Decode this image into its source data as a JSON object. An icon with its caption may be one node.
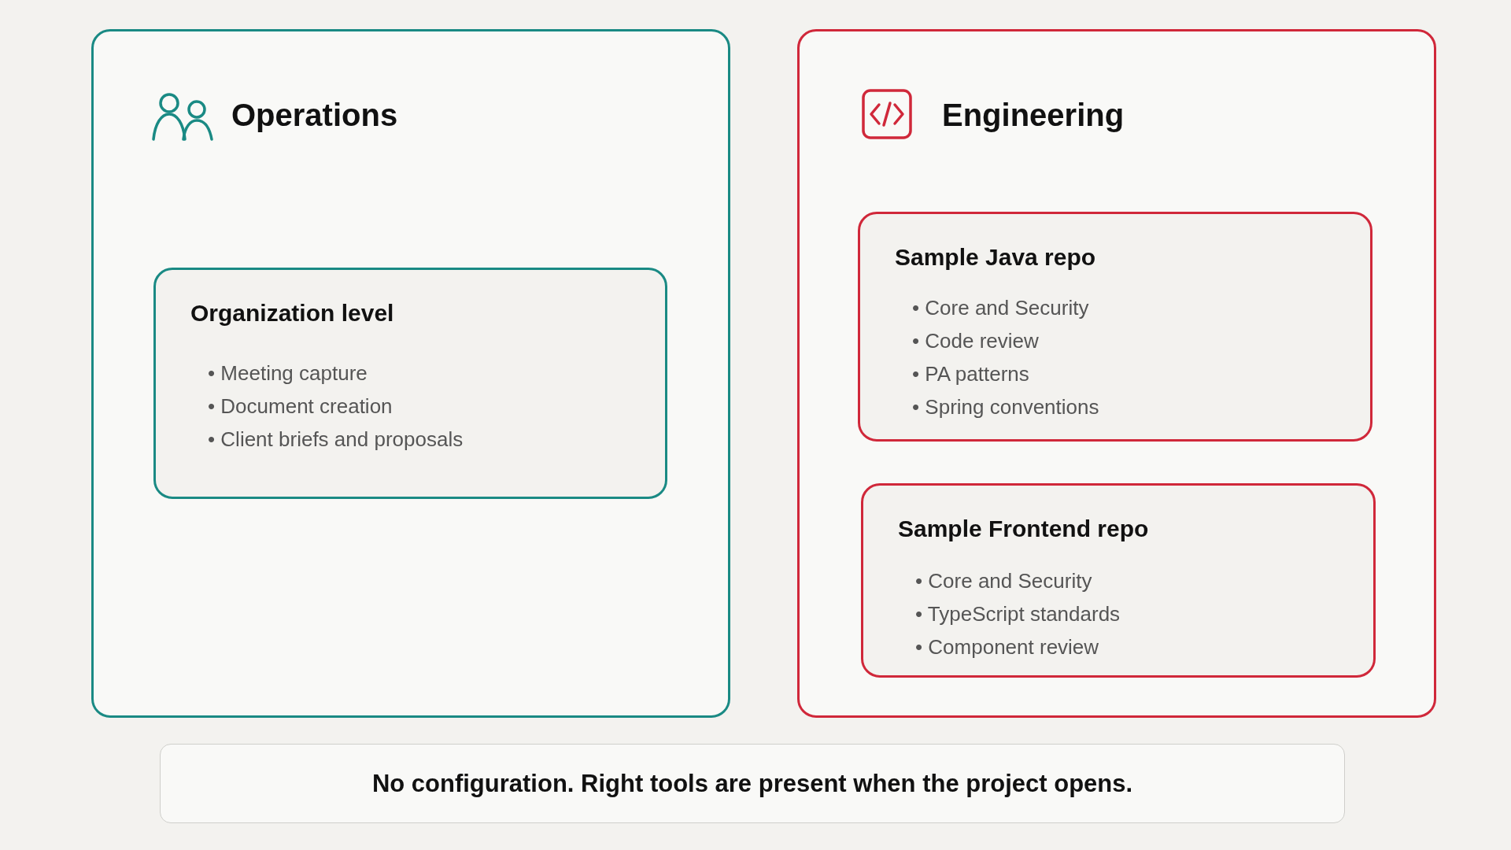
{
  "diagram": {
    "nodes": [
      {
        "text": [
          "Operations"
        ]
      },
      {
        "text": [
          "Organization level",
          "• Meeting capture",
          "• Document creation",
          "• Client briefs and proposals"
        ],
        "in": 0
      },
      {
        "text": [
          "Engineering"
        ]
      },
      {
        "text": [
          "Sample Java repo",
          "• Core and Security",
          "• Code review",
          "• PA patterns",
          "• Spring conventions"
        ],
        "in": 2
      },
      {
        "text": [
          "Sample Frontend repo",
          "• Core and Security",
          "• TypeScript standards",
          "• Component review"
        ],
        "in": 2
      },
      {
        "text": [
          "No configuration. Right tools are present when the project opens."
        ]
      }
    ]
  }
}
